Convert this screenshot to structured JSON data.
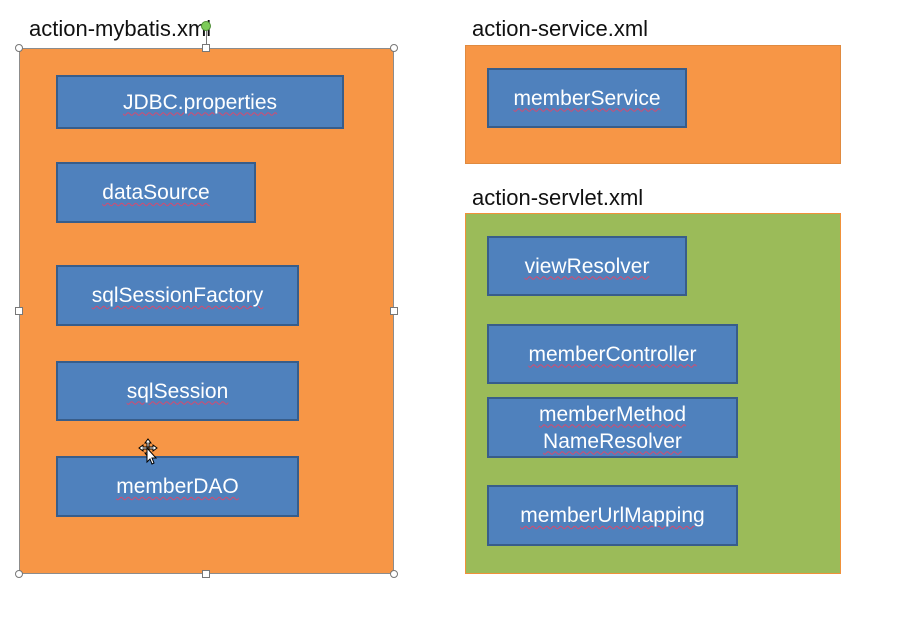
{
  "diagram": {
    "panels": [
      {
        "id": "mybatis",
        "title": "action-mybatis.xml",
        "color": "#F79646",
        "beans": [
          "JDBC.properties",
          "dataSource",
          "sqlSessionFactory",
          "sqlSession",
          "memberDAO"
        ]
      },
      {
        "id": "service",
        "title": "action-service.xml",
        "color": "#F79646",
        "beans": [
          "memberService"
        ]
      },
      {
        "id": "servlet",
        "title": "action-servlet.xml",
        "color": "#9BBB59",
        "beans": [
          "viewResolver",
          "memberController",
          "memberMethod\nNameResolver",
          "memberUrlMapping"
        ]
      }
    ],
    "bean_color": "#4F81BD",
    "selected_panel": "mybatis",
    "cursor": "move-cursor-icon"
  }
}
